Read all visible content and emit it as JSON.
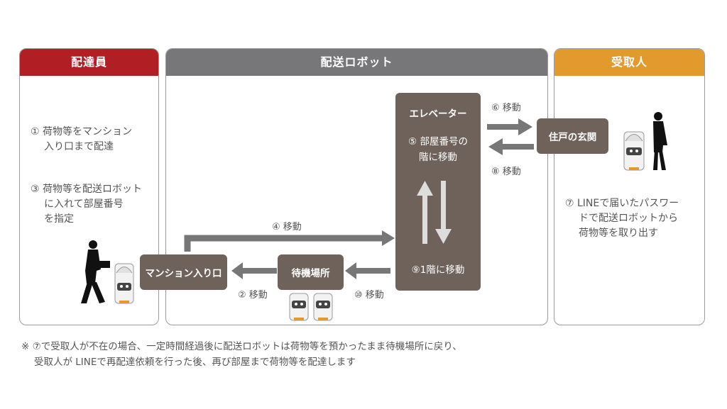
{
  "colors": {
    "courier": "#b11f24",
    "robot": "#77777a",
    "recipient": "#e39a2d",
    "node": "#6e625a",
    "arrow": "#777777"
  },
  "panels": {
    "courier": {
      "title": "配達員"
    },
    "robot": {
      "title": "配送ロボット"
    },
    "recipient": {
      "title": "受取人"
    }
  },
  "courier_steps": {
    "s1_line1": "① 荷物等をマンション",
    "s1_line2": "入り口まで配達",
    "s3_line1": "③ 荷物等を配送ロボット",
    "s3_line2": "に入れて部屋番号",
    "s3_line3": "を指定"
  },
  "nodes": {
    "entrance": "マンション入り口",
    "standby": "待機場所",
    "elevator_title": "エレベーター",
    "elevator_step5_line1": "⑤ 部屋番号の",
    "elevator_step5_line2": "階に移動",
    "elevator_step9": "⑨1階に移動",
    "door": "住戸の玄関"
  },
  "arrow_labels": {
    "move2": "② 移動",
    "move4": "④ 移動",
    "move6": "⑥ 移動",
    "move8": "⑧ 移動",
    "move10": "⑩ 移動"
  },
  "recipient_step": {
    "line1": "⑦ LINEで届いたパスワー",
    "line2": "ドで配送ロボットから",
    "line3": "荷物等を取り出す"
  },
  "footnote": {
    "line1": "※ ⑦で受取人が不在の場合、一定時間経過後に配送ロボットは荷物等を預かったまま待機場所に戻り、",
    "line2": "受取人が LINEで再配達依頼を行った後、再び部屋まで荷物等を配達します"
  }
}
